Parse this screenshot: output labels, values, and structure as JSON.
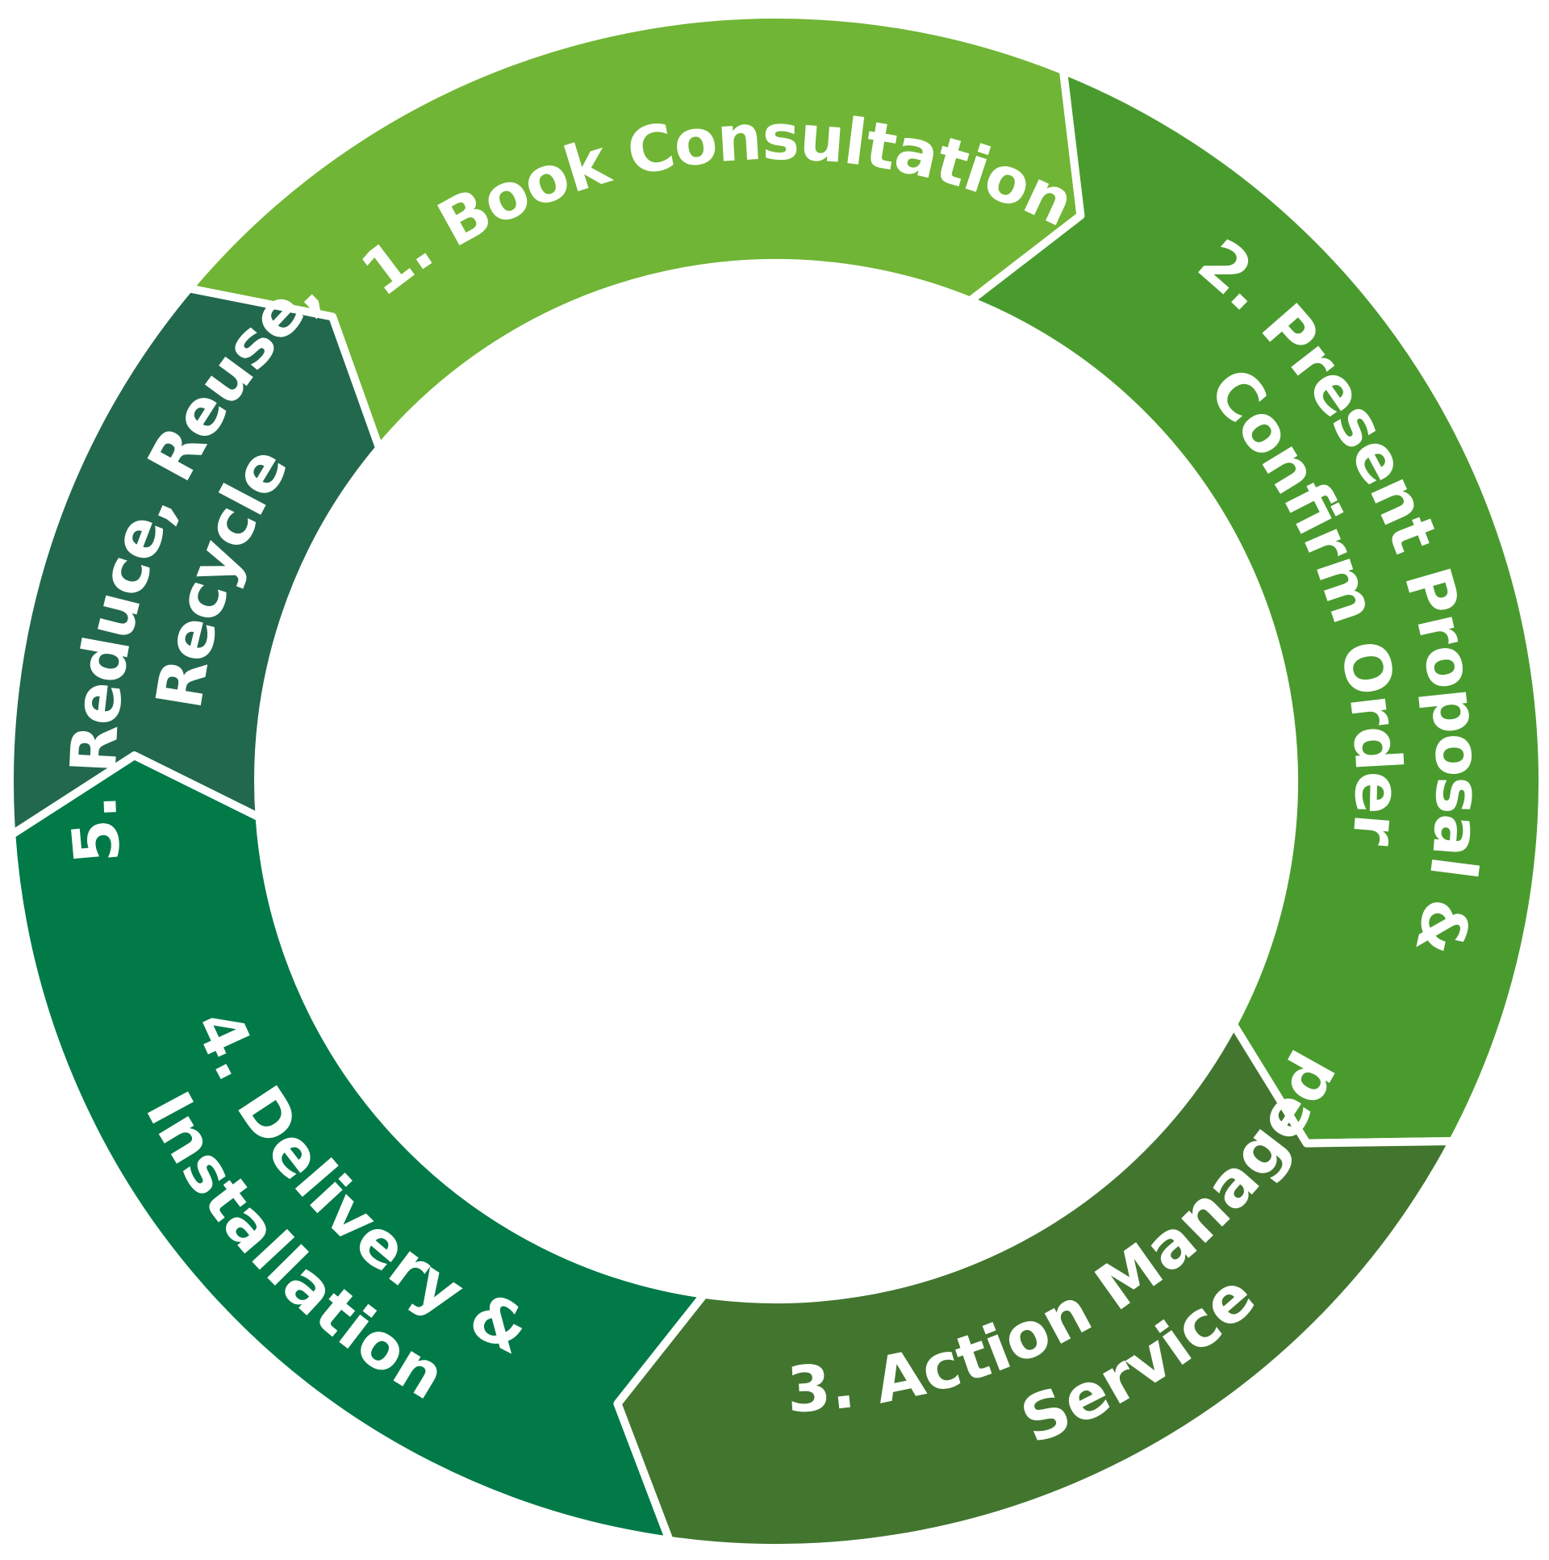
{
  "cycle": {
    "steps": [
      {
        "number": "1.",
        "lines": [
          "1. Book Consultation"
        ],
        "color": "#70b535"
      },
      {
        "number": "2.",
        "lines": [
          "2. Present Proposal &",
          "Confirm Order"
        ],
        "color": "#4a9b2e"
      },
      {
        "number": "3.",
        "lines": [
          "3. Action Managed",
          "Service"
        ],
        "color": "#42762f"
      },
      {
        "number": "4.",
        "lines": [
          "4. Delivery &",
          "Installation"
        ],
        "color": "#017a48"
      },
      {
        "number": "5.",
        "lines": [
          "5. Reduce, Reuse,",
          "Recycle"
        ],
        "color": "#22684d"
      }
    ],
    "separator_color": "#ffffff",
    "background_color": "#ffffff"
  }
}
